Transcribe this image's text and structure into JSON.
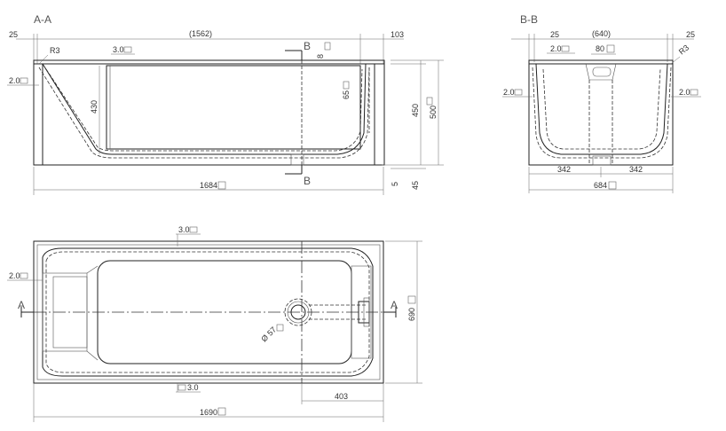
{
  "sections": {
    "aa": {
      "title": "A-A",
      "dim_25": "25",
      "dim_1562": "(1562)",
      "dim_103": "103",
      "r3": "R3",
      "wall_3": "3.0",
      "wall_2": "2.0",
      "dim_8": "8",
      "dim_430": "430",
      "dim_65": "65",
      "dim_450": "450",
      "dim_500": "500",
      "dim_5": "5",
      "dim_45": "45",
      "dim_1684": "1684",
      "cut_b_top": "B",
      "cut_b_bottom": "B"
    },
    "bb": {
      "title": "B-B",
      "dim_25_left": "25",
      "dim_640": "(640)",
      "dim_25_right": "25",
      "wall_2_top": "2.0",
      "dim_80": "80",
      "wall_2_left": "2.0",
      "wall_2_right": "2.0",
      "r3": "R3",
      "dim_342_left": "342",
      "dim_342_right": "342",
      "dim_684": "684"
    },
    "plan": {
      "wall_3_top": "3.0",
      "wall_2": "2.0",
      "cut_a_left": "A",
      "cut_a_right": "A",
      "drain": "Ø 57",
      "dim_690": "690",
      "wall_3_bottom": "3.0",
      "dim_403": "403",
      "dim_1690": "1690"
    }
  }
}
